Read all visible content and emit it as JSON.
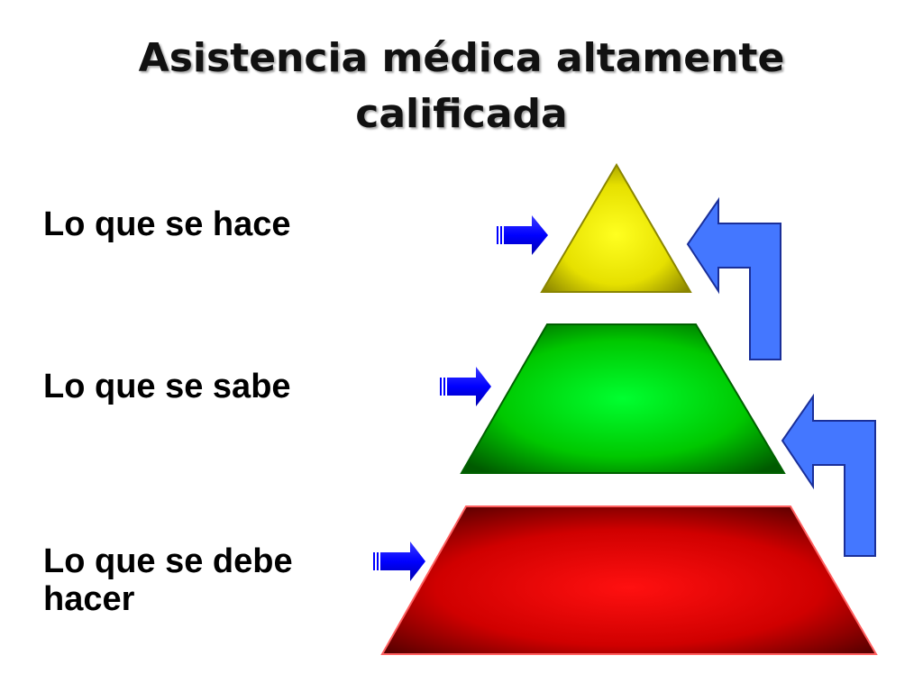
{
  "title": {
    "line1": "Asistencia médica altamente",
    "line2": "calificada"
  },
  "levels": [
    {
      "label": "Lo que se hace",
      "color": "#f2ee00",
      "shape": "triangle"
    },
    {
      "label": "Lo que se sabe",
      "color": "#00e000",
      "shape": "trapezoid"
    },
    {
      "label": "Lo que se debe hacer",
      "color": "#e60000",
      "shape": "trapezoid"
    }
  ],
  "arrows": {
    "pointer_color": "#0000ff",
    "return_color": "#4477ff"
  }
}
